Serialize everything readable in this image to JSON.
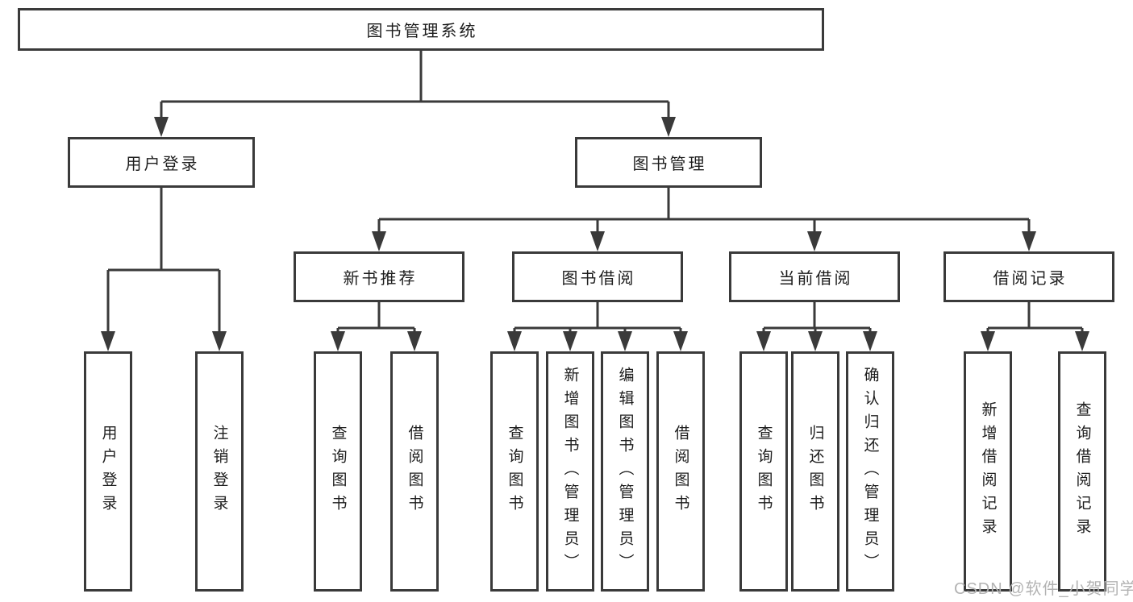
{
  "tree": {
    "root": {
      "label": "图书管理系统"
    },
    "branches": [
      {
        "label": "用户登录",
        "leaves": [
          "用户登录",
          "注销登录"
        ]
      },
      {
        "label": "图书管理",
        "children": [
          {
            "label": "新书推荐",
            "leaves": [
              "查询图书",
              "借阅图书"
            ]
          },
          {
            "label": "图书借阅",
            "leaves": [
              "查询图书",
              "新增图书（管理员）",
              "编辑图书（管理员）",
              "借阅图书"
            ]
          },
          {
            "label": "当前借阅",
            "leaves": [
              "查询图书",
              "归还图书",
              "确认归还（管理员）"
            ]
          },
          {
            "label": "借阅记录",
            "leaves": [
              "新增借阅记录",
              "查询借阅记录"
            ]
          }
        ]
      }
    ]
  },
  "watermark": "CSDN @软件_小贺同学",
  "colors": {
    "line": "#3a3a3a",
    "box_border": "#3a3a3a",
    "box_fill": "#ffffff",
    "text": "#1d1d1d",
    "watermark": "#b3b3b3",
    "background": "#ffffff"
  }
}
